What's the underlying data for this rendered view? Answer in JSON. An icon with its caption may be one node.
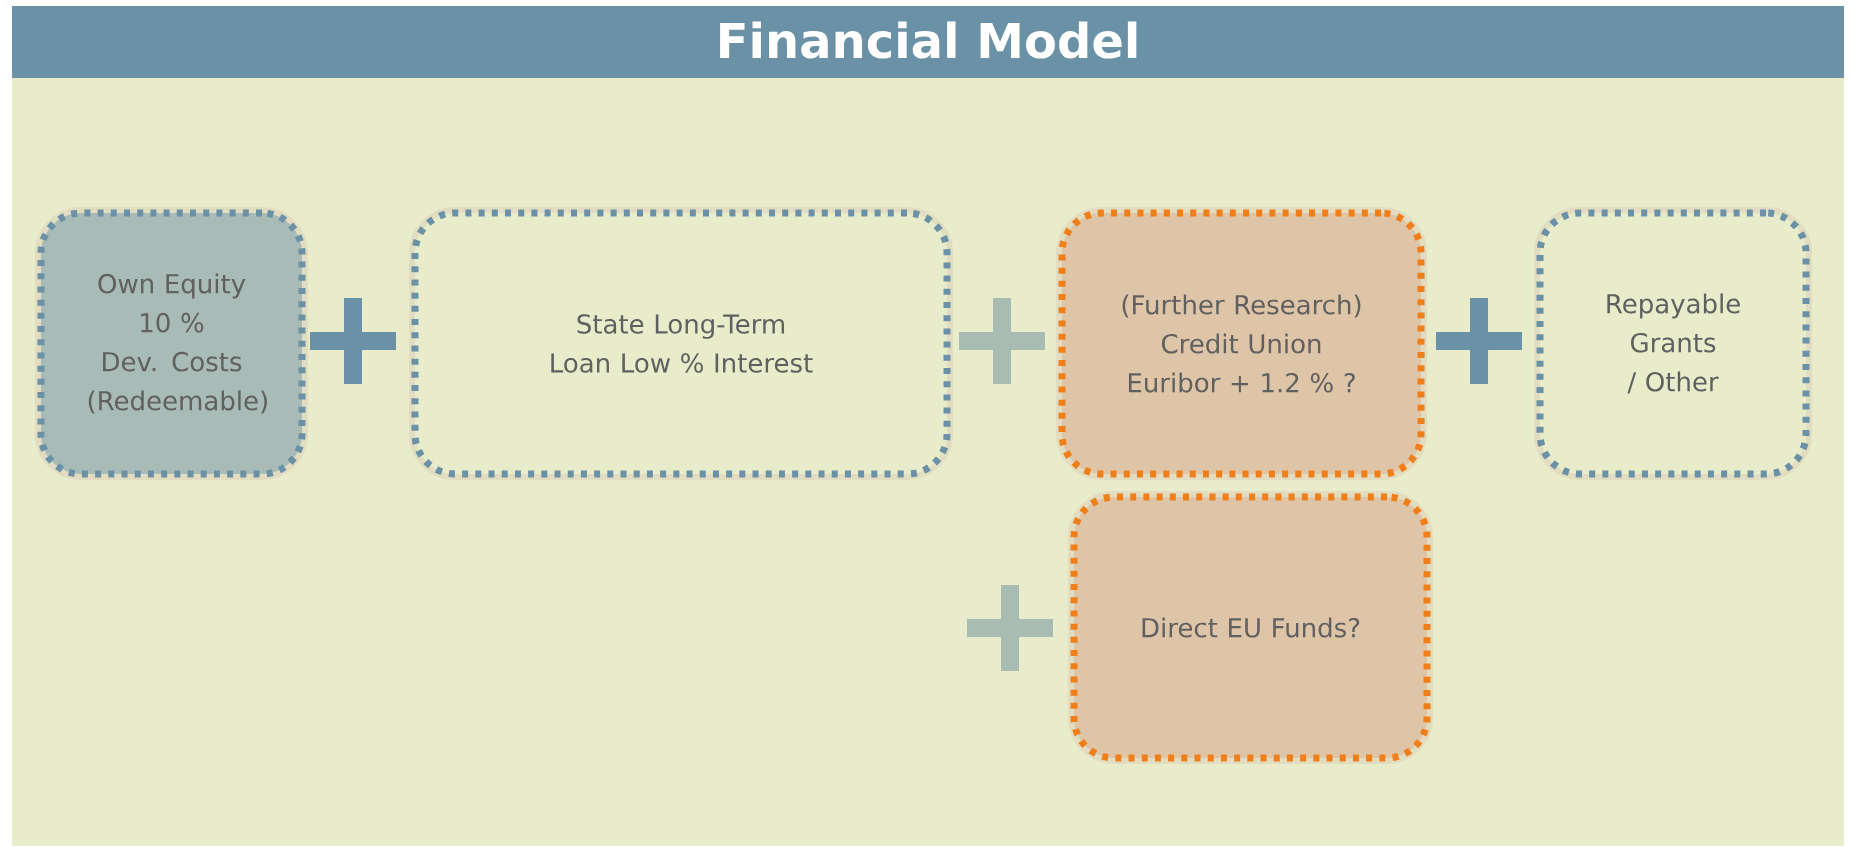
{
  "diagram": {
    "title": "Financial Model",
    "nodes": [
      {
        "text": [
          "Own Equity 10 % Dev. Costs (Redeemable)"
        ]
      },
      {
        "text": [
          "State Long-Term Loan Low % Interest"
        ]
      },
      {
        "text": [
          "(Further Research) Credit Union Euribor + 1.2 % ?"
        ]
      },
      {
        "text": [
          "Repayable Grants / Other"
        ]
      },
      {
        "text": [
          "Direct EU Funds?"
        ]
      }
    ]
  }
}
